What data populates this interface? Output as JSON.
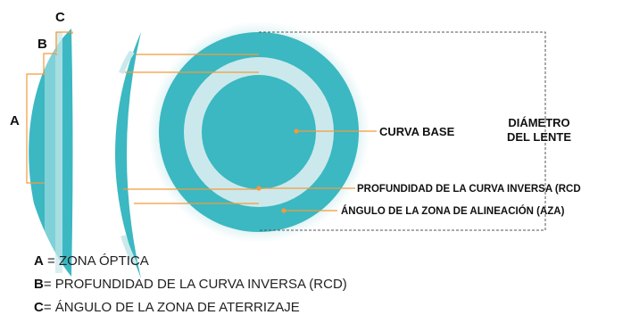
{
  "diagram": {
    "letters": {
      "a": "A",
      "b": "B",
      "c": "C"
    },
    "labels": {
      "curva_base": "CURVA BASE",
      "diametro_line1": "DIÁMETRO",
      "diametro_line2": "DEL LENTE",
      "rcd": "PROFUNDIDAD DE LA CURVA INVERSA (RCD",
      "aza": "ÁNGULO DE LA ZONA DE ALINEACIÓN (AZA)"
    },
    "colors": {
      "teal": "#3bb8c2",
      "teal_dark": "#2aa7b2",
      "teal_light": "#cbe9ec",
      "teal_glow": "#d8f0f2",
      "leader_orange": "#f39a3b",
      "dashed_gray": "#555555"
    }
  },
  "legend": [
    {
      "key": "A",
      "text": " = ZONA ÓPTICA"
    },
    {
      "key": "B",
      "text": "= PROFUNDIDAD DE LA CURVA INVERSA (RCD)"
    },
    {
      "key": "C",
      "text": "= ÁNGULO DE LA ZONA DE ATERRIZAJE"
    }
  ]
}
